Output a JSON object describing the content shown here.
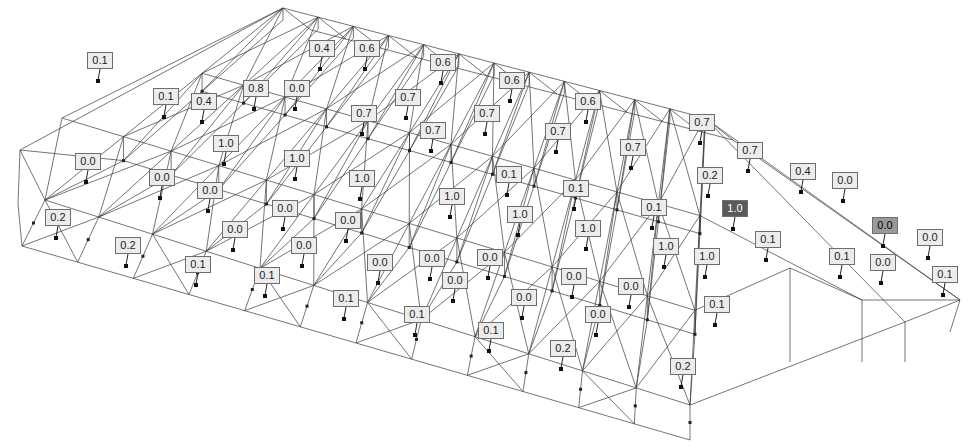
{
  "diagram": {
    "nodes": [
      {
        "text": [
          "0.1"
        ]
      },
      {
        "text": [
          "0.4"
        ]
      },
      {
        "text": [
          "0.6"
        ]
      },
      {
        "text": [
          "0.6"
        ]
      },
      {
        "text": [
          "0.6"
        ]
      },
      {
        "text": [
          "0.1"
        ]
      },
      {
        "text": [
          "0.4"
        ]
      },
      {
        "text": [
          "0.8"
        ]
      },
      {
        "text": [
          "0.0"
        ]
      },
      {
        "text": [
          "0.7"
        ]
      },
      {
        "text": [
          "0.6"
        ]
      },
      {
        "text": [
          "0.7"
        ]
      },
      {
        "text": [
          "0.7"
        ]
      },
      {
        "text": [
          "0.7"
        ]
      },
      {
        "text": [
          "0.7"
        ]
      },
      {
        "text": [
          "0.7"
        ]
      },
      {
        "text": [
          "1.0"
        ]
      },
      {
        "text": [
          "0.7"
        ]
      },
      {
        "text": [
          "0.7"
        ]
      },
      {
        "text": [
          "1.0"
        ]
      },
      {
        "text": [
          "0.0"
        ]
      },
      {
        "text": [
          "0.4"
        ]
      },
      {
        "text": [
          "0.1"
        ]
      },
      {
        "text": [
          "0.2"
        ]
      },
      {
        "text": [
          "0.0"
        ]
      },
      {
        "text": [
          "1.0"
        ]
      },
      {
        "text": [
          "0.0"
        ]
      },
      {
        "text": [
          "0.1"
        ]
      },
      {
        "text": [
          "0.0"
        ]
      },
      {
        "text": [
          "1.0"
        ]
      },
      {
        "text": [
          "0.1"
        ]
      },
      {
        "text": [
          "1.0"
        ]
      },
      {
        "text": [
          "0.0"
        ]
      },
      {
        "text": [
          "1.0"
        ]
      },
      {
        "text": [
          "0.2"
        ]
      },
      {
        "text": [
          "0.0"
        ]
      },
      {
        "text": [
          "0.0"
        ]
      },
      {
        "text": [
          "1.0"
        ]
      },
      {
        "text": [
          "0.0"
        ]
      },
      {
        "text": [
          "0.0"
        ]
      },
      {
        "text": [
          "0.1"
        ]
      },
      {
        "text": [
          "0.2"
        ]
      },
      {
        "text": [
          "0.0"
        ]
      },
      {
        "text": [
          "1.0"
        ]
      },
      {
        "text": [
          "1.0"
        ]
      },
      {
        "text": [
          "0.1"
        ]
      },
      {
        "text": [
          "0.0"
        ]
      },
      {
        "text": [
          "0.0"
        ]
      },
      {
        "text": [
          "0.0"
        ]
      },
      {
        "text": [
          "0.0"
        ]
      },
      {
        "text": [
          "0.1"
        ]
      },
      {
        "text": [
          "0.1"
        ]
      },
      {
        "text": [
          "0.1"
        ]
      },
      {
        "text": [
          "0.0"
        ]
      },
      {
        "text": [
          "0.0"
        ]
      },
      {
        "text": [
          "0.0"
        ]
      },
      {
        "text": [
          "0.0"
        ]
      },
      {
        "text": [
          "0.1"
        ]
      },
      {
        "text": [
          "0.1"
        ]
      },
      {
        "text": [
          "0.0"
        ]
      },
      {
        "text": [
          "0.1"
        ]
      },
      {
        "text": [
          "0.1"
        ]
      },
      {
        "text": [
          "0.2"
        ]
      },
      {
        "text": [
          "0.2"
        ]
      }
    ]
  }
}
